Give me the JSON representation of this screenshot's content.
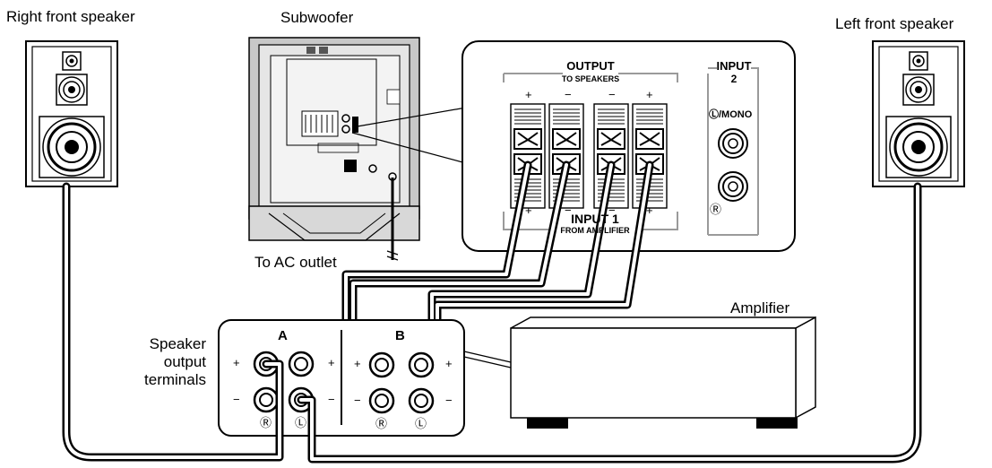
{
  "labels": {
    "right_front_speaker": "Right front speaker",
    "subwoofer": "Subwoofer",
    "left_front_speaker": "Left front speaker",
    "to_ac_outlet": "To AC outlet",
    "amplifier": "Amplifier",
    "speaker_output_terminals": [
      "Speaker",
      "output",
      "terminals"
    ]
  },
  "subwoofer_panel": {
    "output_title": "OUTPUT",
    "output_sub": "TO SPEAKERS",
    "input2_title": "INPUT",
    "input2_num": "2",
    "mono_label": "Ⓛ/MONO",
    "right_label": "Ⓡ",
    "input1_title": "INPUT 1",
    "input1_sub": "FROM AMPLIFIER",
    "top_polarity": [
      "+",
      "−",
      "−",
      "+"
    ],
    "bottom_polarity": [
      "+",
      "−",
      "−",
      "+"
    ]
  },
  "amp_terminals": {
    "group_a": "A",
    "group_b": "B",
    "plus": "+",
    "minus": "−",
    "right_glyph": "Ⓡ",
    "left_glyph": "Ⓛ"
  },
  "colors": {
    "line": "#000000",
    "panel_fill": "#ffffff",
    "gray": "#9a9a9a",
    "sub_body": "#cfcfcf"
  }
}
